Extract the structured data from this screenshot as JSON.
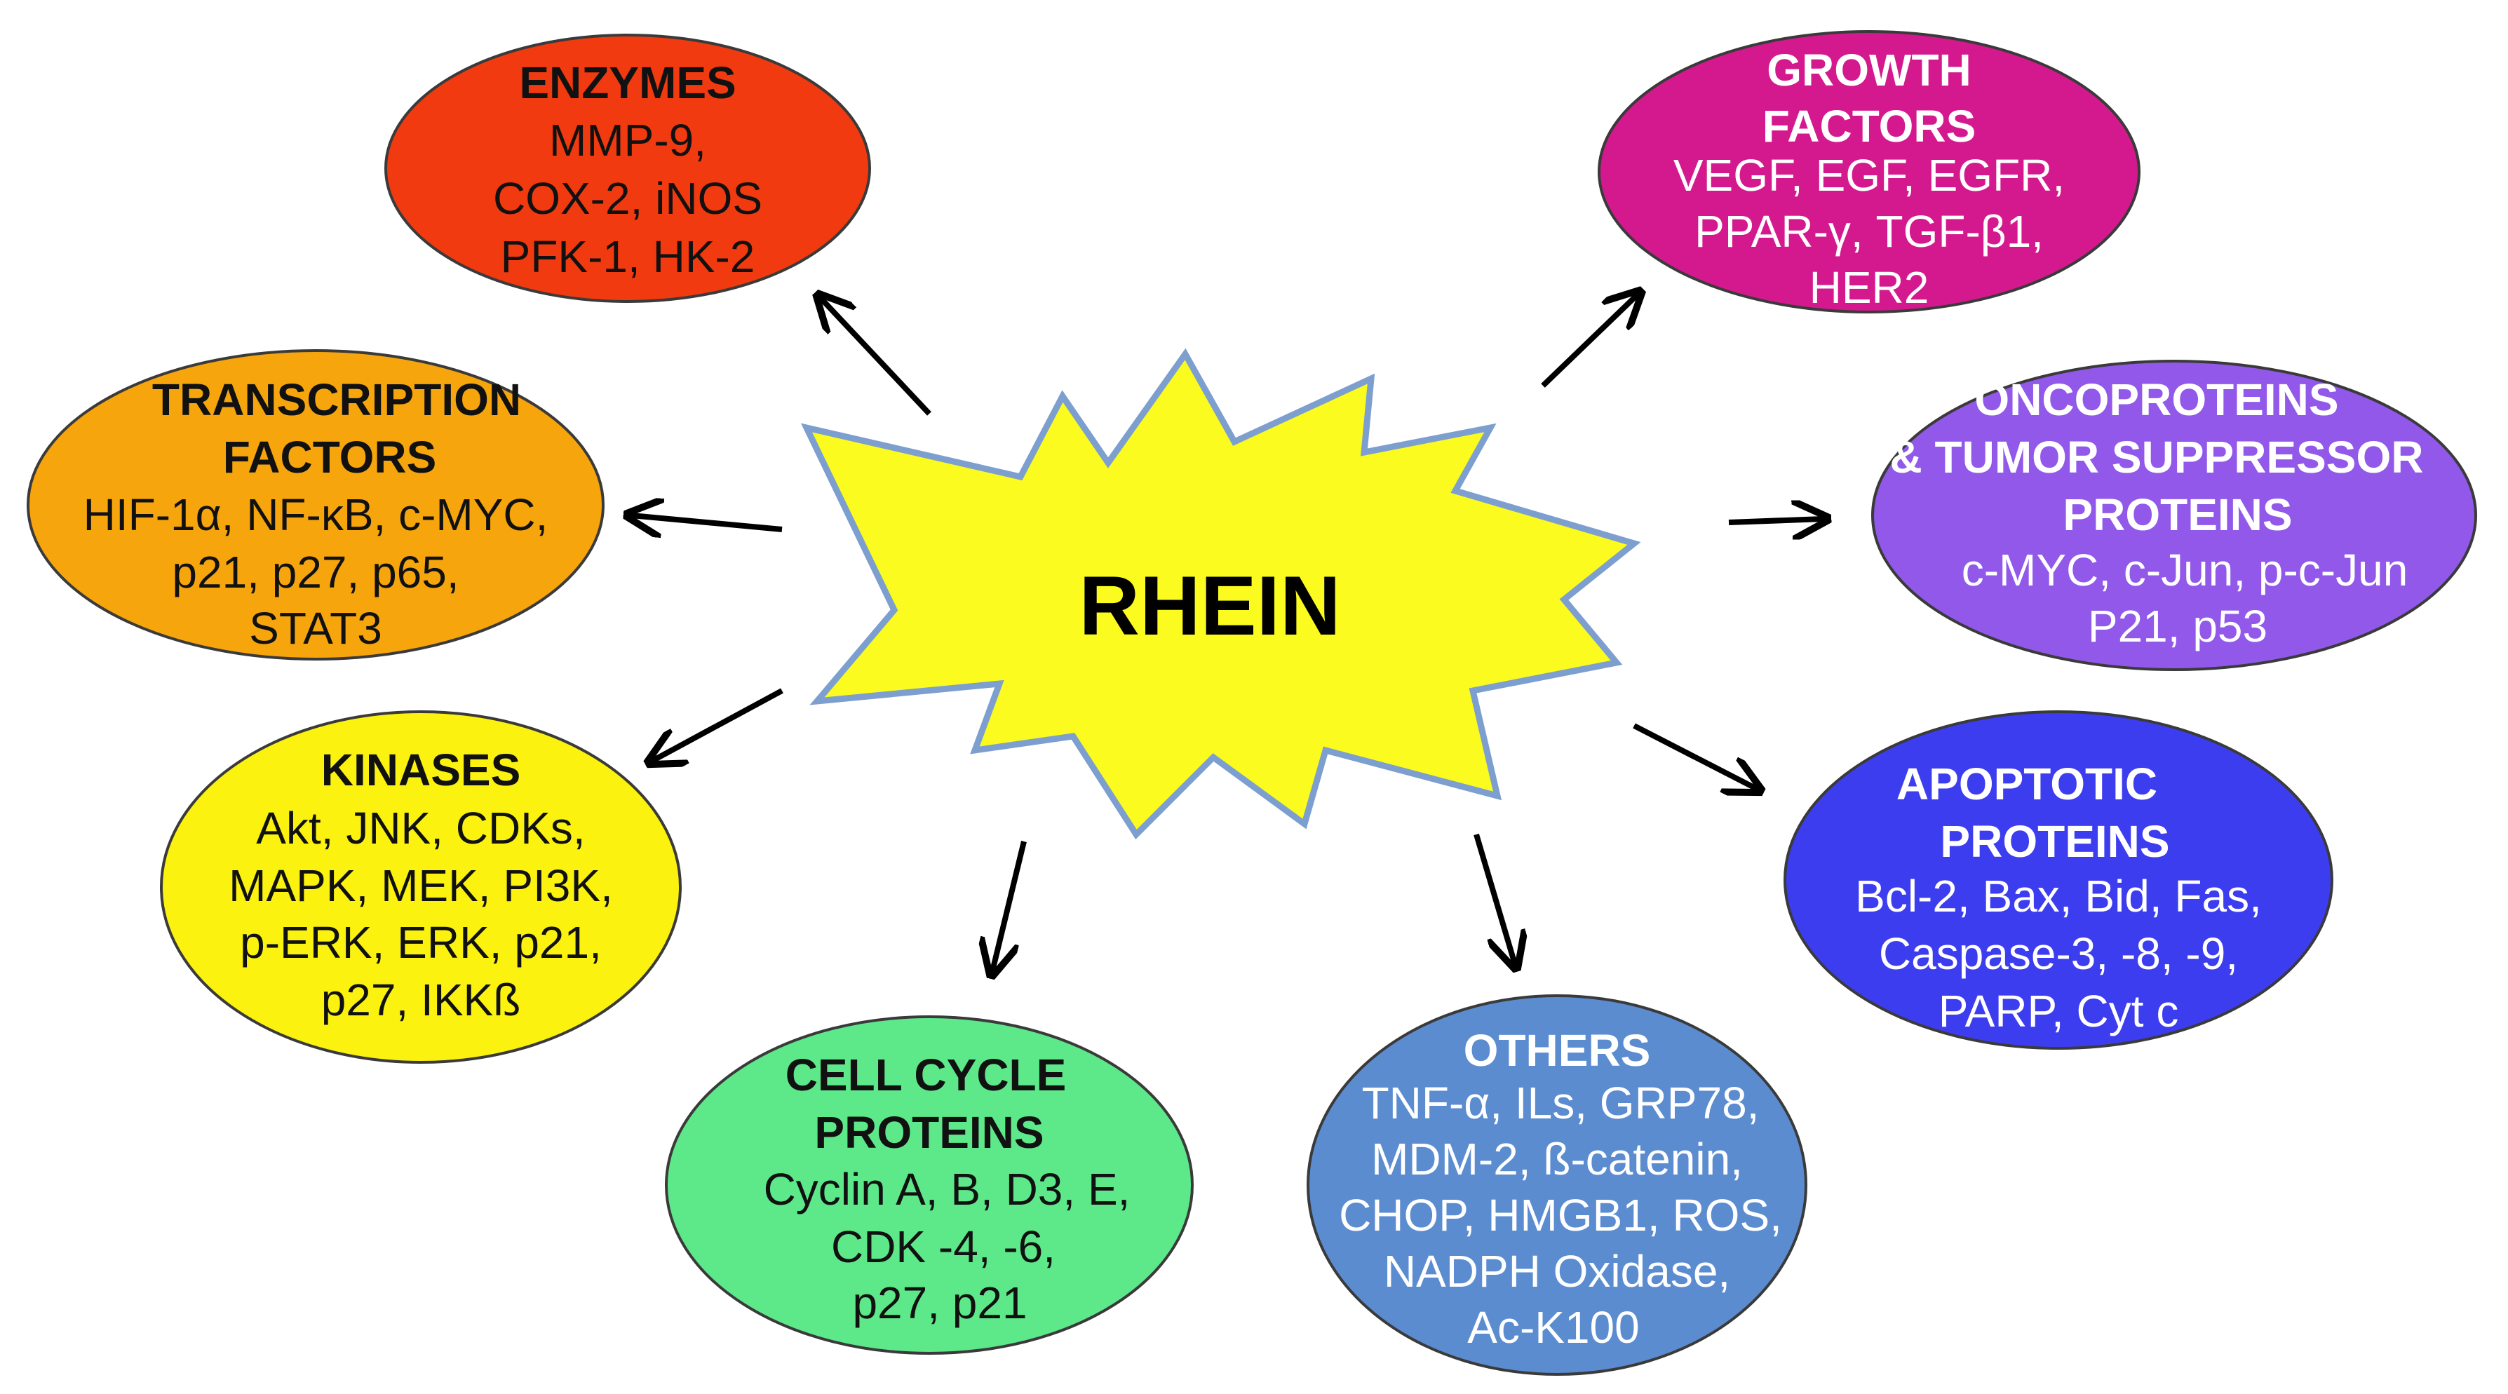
{
  "center": {
    "label": "RHEIN"
  },
  "nodes": {
    "enzymes": {
      "title_lines": [
        "ENZYMES"
      ],
      "body_lines": [
        "MMP-9,",
        "COX-2, iNOS",
        "PFK-1, HK-2"
      ],
      "fill": "#f13a0f"
    },
    "growth_factors": {
      "title_lines": [
        "GROWTH",
        "FACTORS"
      ],
      "body_lines": [
        "VEGF, EGF, EGFR,",
        "PPAR-γ, TGF-β1,",
        "HER2"
      ],
      "fill": "#d4198e"
    },
    "transcription_factors": {
      "title_lines": [
        "TRANSCRIPTION",
        "FACTORS"
      ],
      "body_lines": [
        "HIF-1α, NF-κB, c-MYC,",
        "p21, p27, p65,",
        "STAT3"
      ],
      "fill": "#f7a50d"
    },
    "oncoproteins": {
      "title_lines": [
        "ONCOPROTEINS",
        "& TUMOR SUPPRESSOR",
        "PROTEINS"
      ],
      "body_lines": [
        "c-MYC, c-Jun, p-c-Jun",
        "P21, p53"
      ],
      "fill": "#9158ea"
    },
    "kinases": {
      "title_lines": [
        "KINASES"
      ],
      "body_lines": [
        "Akt, JNK, CDKs,",
        "MAPK, MEK, PI3K,",
        "p-ERK, ERK, p21,",
        "p27, IKKß"
      ],
      "fill": "#fbf20f"
    },
    "apoptotic": {
      "title_lines": [
        "APOPTOTIC",
        "PROTEINS"
      ],
      "body_lines": [
        "Bcl-2, Bax, Bid, Fas,",
        "Caspase-3, -8, -9,",
        "PARP, Cyt c"
      ],
      "fill": "#3d3df0"
    },
    "cell_cycle": {
      "title_lines": [
        "CELL CYCLE",
        "PROTEINS"
      ],
      "body_lines": [
        "Cyclin A, B, D3, E,",
        "CDK -4, -6,",
        "p27, p21"
      ],
      "fill": "#5de88a"
    },
    "others": {
      "title_lines": [
        "OTHERS"
      ],
      "body_lines": [
        "TNF-α, ILs, GRP78,",
        "MDM-2, ß-catenin,",
        "CHOP, HMGB1, ROS,",
        "NADPH Oxidase,",
        "Ac-K100"
      ],
      "fill": "#5b8cd0"
    }
  },
  "colors": {
    "star_fill": "#fbfb1f",
    "star_stroke": "#7d9fcf",
    "ellipse_stroke": "#3a3a3a",
    "arrow": "#000000",
    "dark_text": "#111111",
    "light_text": "#ffffff"
  }
}
